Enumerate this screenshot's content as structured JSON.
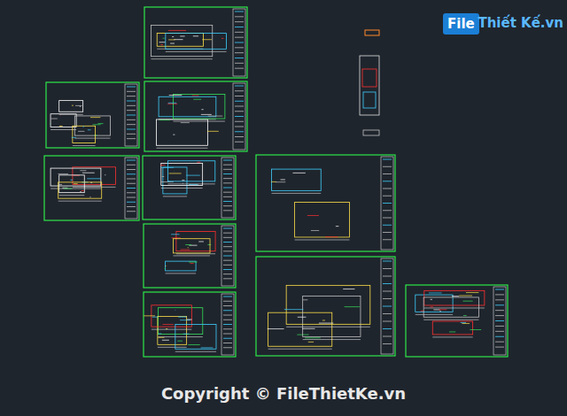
{
  "diagram": {
    "nodes": [
      {
        "text": [
          "File"
        ]
      }
    ],
    "labels": [
      "Thiết Kế.vn",
      "Copyright © FileThietKe.vn"
    ]
  }
}
